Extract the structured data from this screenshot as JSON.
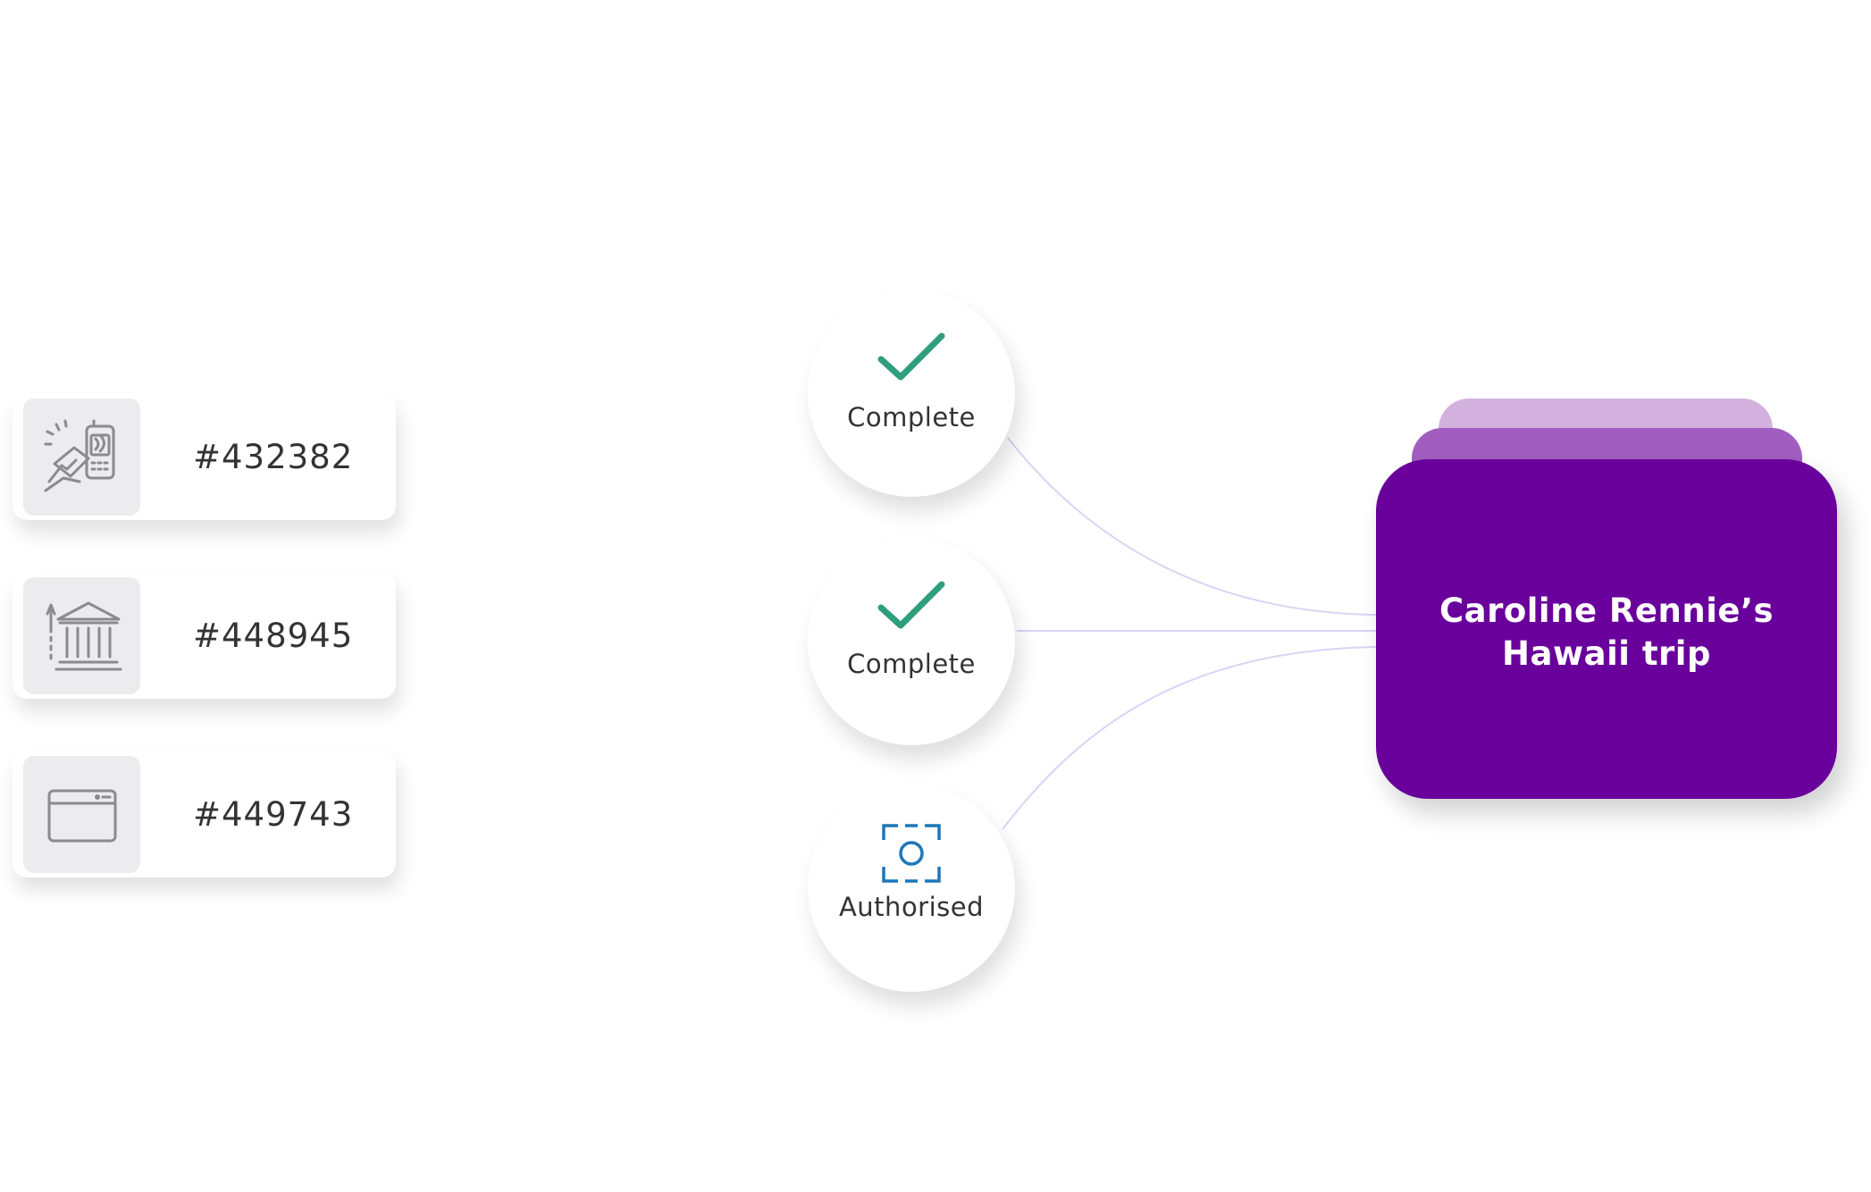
{
  "payments": [
    {
      "icon": "contactless-payment-icon",
      "reference": "#432382"
    },
    {
      "icon": "bank-transfer-icon",
      "reference": "#448945"
    },
    {
      "icon": "card-icon",
      "reference": "#449743"
    }
  ],
  "statuses": [
    {
      "icon": "checkmark-icon",
      "label": "Complete"
    },
    {
      "icon": "checkmark-icon",
      "label": "Complete"
    },
    {
      "icon": "scan-icon",
      "label": "Authorised"
    }
  ],
  "trip": {
    "title_line1": "Caroline Rennie’s",
    "title_line2": "Hawaii trip"
  },
  "colors": {
    "folder": "#6a009c",
    "folder_mid": "#a15ec0",
    "folder_back": "#d3b1de",
    "check": "#2f9e7c",
    "scan": "#1d76b8",
    "connector": "#d9d4f4"
  }
}
